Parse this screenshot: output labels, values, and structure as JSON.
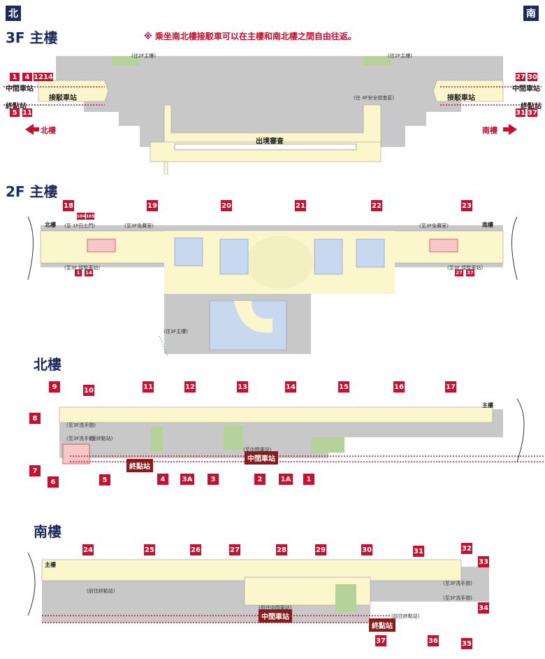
{
  "corners": {
    "north": "北",
    "south": "南"
  },
  "notice": "※ 乘坐南北樓接駁車可以在主樓和南北樓之間自由往返。",
  "sections": {
    "f3": "3F 主樓",
    "f2": "2F 主樓",
    "north": "北樓",
    "south": "南樓"
  },
  "f3": {
    "mid_station": "中間車站",
    "end_station": "終點站",
    "shuttle_station": "接駁車站",
    "to_north": "北樓",
    "to_south": "南樓",
    "departure_check": "出境審查",
    "left_gates_top": [
      "1",
      "4",
      "12",
      "14"
    ],
    "left_gates_bottom": [
      "5",
      "11"
    ],
    "right_gates_top": [
      "27",
      "30"
    ],
    "right_gates_bottom": [
      "31",
      "37"
    ],
    "to_2f_main": "(往2F主樓)",
    "to_4f": "(往 4F安全檢查區)"
  },
  "f2": {
    "north_label": "北樓",
    "south_label": "南樓",
    "gates": [
      "18",
      "19",
      "20",
      "21",
      "22",
      "23"
    ],
    "gates_extra": [
      "104",
      "105"
    ],
    "to_1f_bus": "(至 1F巴士門)",
    "to_3f_dutyfree": "(至3F免費室)",
    "to_3f_shuttle": "(至3F 接駁車站)",
    "to_3f_main": "(往3F主樓)",
    "left_shuttle_gates": [
      "1",
      "14"
    ],
    "right_shuttle_gates": [
      "27",
      "37"
    ]
  },
  "north_wing": {
    "gates_top": [
      "9",
      "10",
      "11",
      "12",
      "13",
      "14",
      "15",
      "16",
      "17"
    ],
    "gates_left": [
      "8",
      "7",
      "6"
    ],
    "gates_bottom": [
      "5",
      "4",
      "3A",
      "3",
      "2",
      "1A",
      "1"
    ],
    "end_station": "終點站",
    "mid_station": "中間車站",
    "to_main": "主樓",
    "toilet_3f": "(至3F洗手間)",
    "toilet_3f_b": "(至3F洗手間)",
    "to_end_station": "(至終點站)",
    "to_mid_station": "(至中間車站)"
  },
  "south_wing": {
    "gates_top": [
      "24",
      "25",
      "26",
      "27",
      "28",
      "29",
      "30",
      "31",
      "32"
    ],
    "gates_right": [
      "33",
      "34",
      "35"
    ],
    "gates_bottom": [
      "37",
      "36"
    ],
    "mid_station": "中間車站",
    "end_station": "終點站",
    "to_main": "主樓",
    "to_end_station": "(前往終點站)",
    "to_mid_station": "(前往中間車站)",
    "toilet_a": "(至3F洗手間)",
    "toilet_b": "(至3F洗手間)",
    "to_end_station_b": "(前往終點站)"
  }
}
